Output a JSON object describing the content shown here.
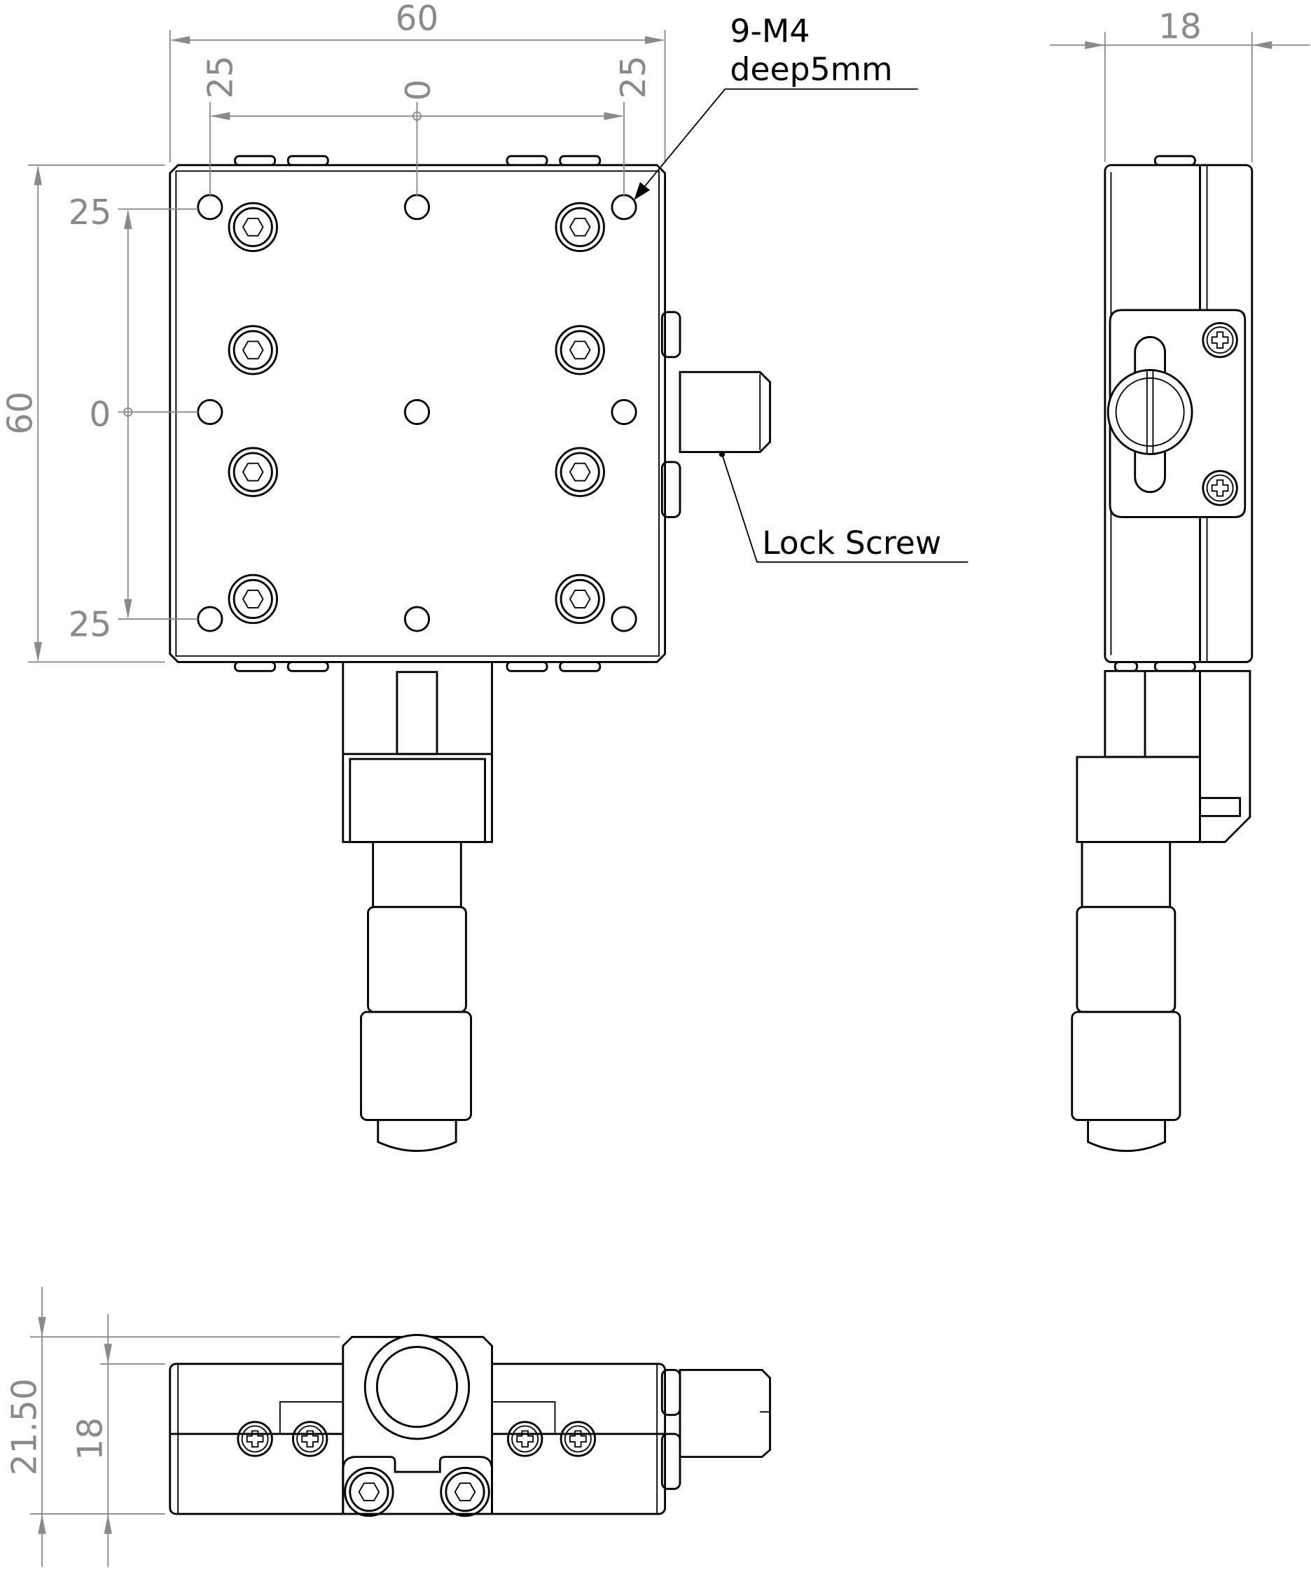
{
  "title": "XY stage technical drawing",
  "front_view": {
    "dim_width": "60",
    "dim_left": "25",
    "dim_center": "0",
    "dim_right": "25",
    "dim_height": "60",
    "dim_top": "25",
    "dim_mid": "0",
    "dim_bottom": "25",
    "hole_note_line1": "9-M4",
    "hole_note_line2": "deep5mm",
    "lock_screw_label": "Lock Screw"
  },
  "side_view": {
    "dim_thickness": "18"
  },
  "bottom_view": {
    "dim_total_height": "21.50",
    "dim_body_height": "18"
  }
}
